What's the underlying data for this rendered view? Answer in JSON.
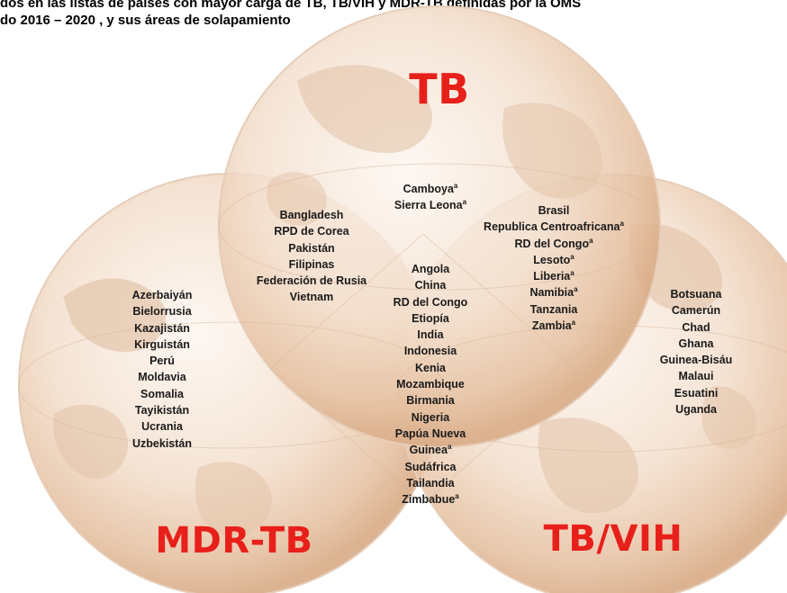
{
  "title": {
    "line1": "dos en las listas de países con mayor carga de TB, TB/VIH y MDR-TB definidas por la OMS",
    "line2": "do 2016 – 2020 , y sus áreas de solapamiento"
  },
  "labels": {
    "tb": "TB",
    "mdr": "MDR-TB",
    "tbvih": "TB/VIH"
  },
  "colors": {
    "label_red": "#e8201a",
    "globe_fill": "#f0d9c6",
    "globe_edge": "#c9a68a"
  },
  "regions": {
    "tb_only": [
      {
        "name": "Camboya",
        "mark": "a"
      },
      {
        "name": "Sierra Leona",
        "mark": "a"
      }
    ],
    "tb_mdr": [
      {
        "name": "Bangladesh",
        "mark": ""
      },
      {
        "name": "RPD de Corea",
        "mark": ""
      },
      {
        "name": "Pakistán",
        "mark": ""
      },
      {
        "name": "Filipinas",
        "mark": ""
      },
      {
        "name": "Federación de Rusia",
        "mark": ""
      },
      {
        "name": "Vietnam",
        "mark": ""
      }
    ],
    "tb_tbvih": [
      {
        "name": "Brasil",
        "mark": ""
      },
      {
        "name": "Republica Centroafricana",
        "mark": "a"
      },
      {
        "name": "RD del Congo",
        "mark": "a"
      },
      {
        "name": "Lesoto",
        "mark": "a"
      },
      {
        "name": "Liberia",
        "mark": "a"
      },
      {
        "name": "Namibia",
        "mark": "a"
      },
      {
        "name": "Tanzania",
        "mark": ""
      },
      {
        "name": "Zambia",
        "mark": "a"
      }
    ],
    "all_three": [
      {
        "name": "Angola",
        "mark": ""
      },
      {
        "name": "China",
        "mark": ""
      },
      {
        "name": "RD del Congo",
        "mark": ""
      },
      {
        "name": "Etiopía",
        "mark": ""
      },
      {
        "name": "India",
        "mark": ""
      },
      {
        "name": "Indonesia",
        "mark": ""
      },
      {
        "name": "Kenia",
        "mark": ""
      },
      {
        "name": "Mozambique",
        "mark": ""
      },
      {
        "name": "Birmania",
        "mark": ""
      },
      {
        "name": "Nigeria",
        "mark": ""
      },
      {
        "name": "Papúa Nueva",
        "mark": ""
      },
      {
        "name": "Guinea",
        "mark": "a"
      },
      {
        "name": "Sudáfrica",
        "mark": ""
      },
      {
        "name": "Tailandia",
        "mark": ""
      },
      {
        "name": "Zimbabue",
        "mark": "a"
      }
    ],
    "mdr_only": [
      {
        "name": "Azerbaiyán",
        "mark": ""
      },
      {
        "name": "Bielorrusia",
        "mark": ""
      },
      {
        "name": "Kazajistán",
        "mark": ""
      },
      {
        "name": "Kirguistán",
        "mark": ""
      },
      {
        "name": "Perú",
        "mark": ""
      },
      {
        "name": "Moldavia",
        "mark": ""
      },
      {
        "name": "Somalia",
        "mark": ""
      },
      {
        "name": "Tayikistán",
        "mark": ""
      },
      {
        "name": "Ucrania",
        "mark": ""
      },
      {
        "name": "Uzbekistán",
        "mark": ""
      }
    ],
    "tbvih_only": [
      {
        "name": "Botsuana",
        "mark": ""
      },
      {
        "name": "Camerún",
        "mark": ""
      },
      {
        "name": "Chad",
        "mark": ""
      },
      {
        "name": "Ghana",
        "mark": ""
      },
      {
        "name": "Guinea-Bisáu",
        "mark": ""
      },
      {
        "name": "Malaui",
        "mark": ""
      },
      {
        "name": "Esuatini",
        "mark": ""
      },
      {
        "name": "Uganda",
        "mark": ""
      }
    ]
  }
}
